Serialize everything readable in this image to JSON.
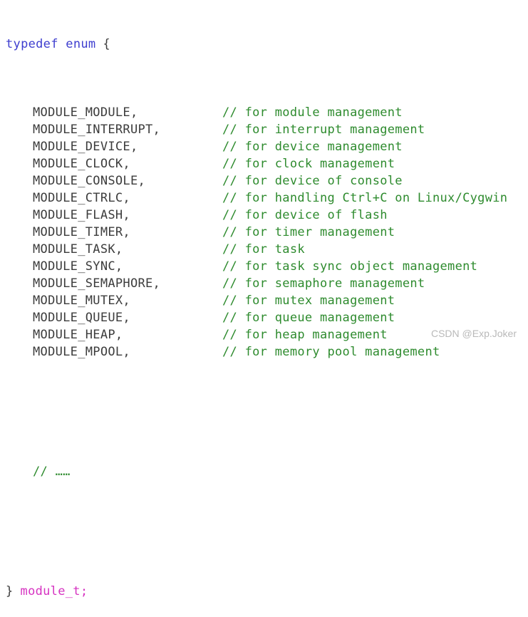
{
  "code": {
    "header": {
      "keyword": "typedef enum",
      "brace_open": "{"
    },
    "entries": [
      {
        "name": "MODULE_MODULE,",
        "comment": "// for module management"
      },
      {
        "name": "MODULE_INTERRUPT,",
        "comment": "// for interrupt management"
      },
      {
        "name": "MODULE_DEVICE,",
        "comment": "// for device management"
      },
      {
        "name": "MODULE_CLOCK,",
        "comment": "// for clock management"
      },
      {
        "name": "MODULE_CONSOLE,",
        "comment": "// for device of console"
      },
      {
        "name": "MODULE_CTRLC,",
        "comment": "// for handling Ctrl+C on Linux/Cygwin"
      },
      {
        "name": "MODULE_FLASH,",
        "comment": "// for device of flash"
      },
      {
        "name": "MODULE_TIMER,",
        "comment": "// for timer management"
      },
      {
        "name": "MODULE_TASK,",
        "comment": "// for task"
      },
      {
        "name": "MODULE_SYNC,",
        "comment": "// for task sync object management"
      },
      {
        "name": "MODULE_SEMAPHORE,",
        "comment": "// for semaphore management"
      },
      {
        "name": "MODULE_MUTEX,",
        "comment": "// for mutex management"
      },
      {
        "name": "MODULE_QUEUE,",
        "comment": "// for queue management"
      },
      {
        "name": "MODULE_HEAP,",
        "comment": "// for heap management"
      },
      {
        "name": "MODULE_MPOOL,",
        "comment": "// for memory pool management"
      }
    ],
    "ellipsis_comment": "// ……",
    "footer": {
      "brace_close": "}",
      "type_name": "module_t;"
    }
  },
  "colors": {
    "keyword_blue": "#3e3ecf",
    "identifier_gray": "#3c3c3c",
    "comment_green": "#2e8b2e",
    "type_magenta": "#d633c1",
    "watermark_gray": "#b9b9b9",
    "background": "#ffffff"
  },
  "watermark": "CSDN @Exp.Joker"
}
